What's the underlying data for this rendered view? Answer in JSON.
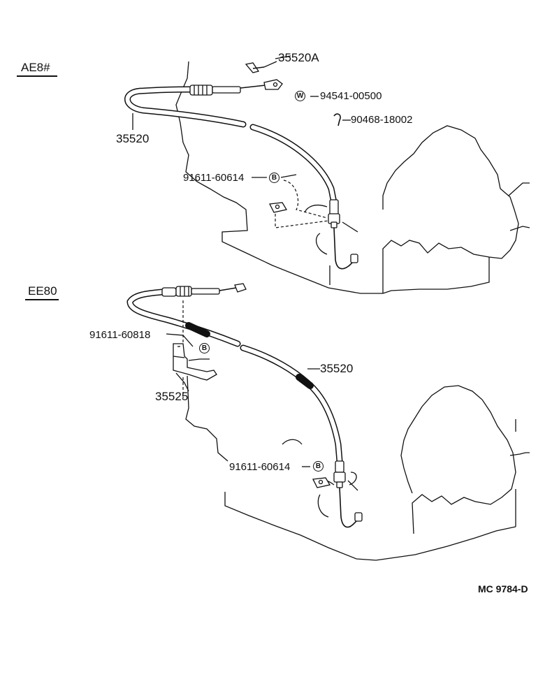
{
  "sections": [
    {
      "name": "AE8#",
      "labels": {
        "throttle_cable": "35520",
        "pin": "35520A",
        "washer": "94541-00500",
        "clip": "90468-18002",
        "bolt": "91611-60614"
      },
      "marks": {
        "washer": "W",
        "bolt": "B"
      }
    },
    {
      "name": "EE80",
      "labels": {
        "throttle_cable": "35520",
        "bracket_bolt": "91611-60818",
        "bracket": "35525",
        "bolt": "91611-60614"
      },
      "marks": {
        "bracket_bolt": "B",
        "bolt": "B"
      }
    }
  ],
  "reference_code": "MC 9784-D"
}
